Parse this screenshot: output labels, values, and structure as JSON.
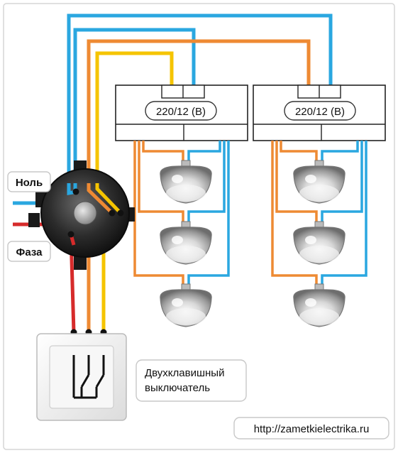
{
  "labels": {
    "neutral": "Ноль",
    "phase": "Фаза",
    "transformer_left": "220/12 (В)",
    "transformer_right": "220/12 (В)",
    "switch_line1": "Двухклавишный",
    "switch_line2": "выключатель",
    "url": "http://zametkielectrika.ru"
  },
  "colors": {
    "blue": "#2aa7e0",
    "orange": "#ee8a33",
    "yellow": "#f5c400",
    "red": "#d62b2b",
    "black": "#111111"
  },
  "icons": {
    "junction_box": "junction-box-icon",
    "lamp": "halogen-lamp-icon",
    "switch": "double-switch-icon"
  }
}
